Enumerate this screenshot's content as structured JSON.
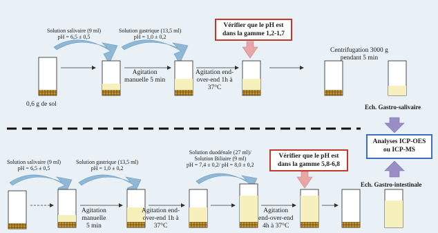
{
  "top": {
    "reagent1": "Solution salivaire (9 ml)",
    "reagent1_ph": "pH = 6,5 ± 0,5",
    "reagent2": "Solution gastrique (13,5 ml)",
    "reagent2_ph": "pH = 1,0 ± 0,2",
    "check_line1": "Vérifier que le pH est",
    "check_line2": "dans la gamme 1,2-1,7",
    "sample": "0,6 g de sol",
    "agit1_line1": "Agitation",
    "agit1_line2": "manuelle 5 min",
    "agit2_line1": "Agitation end-",
    "agit2_line2": "over-end 1h à",
    "agit2_line3": "37°C",
    "centri_line1": "Centrifugation 3000 g",
    "centri_line2": "pendant 5 min",
    "result": "Ech. Gastro-salivaire"
  },
  "bottom": {
    "reagent1": "Solution salivaire (9 ml)",
    "reagent1_ph": "pH = 6,5 ± 0,5",
    "reagent2": "Solution gastrique (13,5 ml)",
    "reagent2_ph": "pH = 1,0 ± 0,2",
    "reagent3_line1": "Solution duodénale (27 ml)/",
    "reagent3_line2": "Solution Biliaire (9 ml)",
    "reagent3_ph": "pH = 7,4 ± 0,2/ pH = 8,0 ± 0,2",
    "check_line1": "Vérifier que le pH est",
    "check_line2": "dans la gamme 5,8-6,8",
    "agit1_line1": "Agitation",
    "agit1_line2": "manuelle",
    "agit1_line3": "5 min",
    "agit2_line1": "Agitation end-",
    "agit2_line2": "over-end 1h à",
    "agit2_line3": "37°C",
    "agit3_line1": "Agitation",
    "agit3_line2": "end-over-end",
    "agit3_line3": "4h à 37°C",
    "result": "Ech. Gastro-intestinale"
  },
  "analysis_line1": "Analyses ICP-OES",
  "analysis_line2": "ou ICP-MS",
  "colors": {
    "background": "#e9f1f7",
    "curved_arrow": "#8fb8d6",
    "soil": "#a0741e",
    "liquid": "#f5f0bc",
    "down_arrow": "#e8a6a6",
    "up_arrow": "#9b8ec7",
    "warn_border": "#c0392b",
    "analysis_border": "#3a6fc0"
  }
}
